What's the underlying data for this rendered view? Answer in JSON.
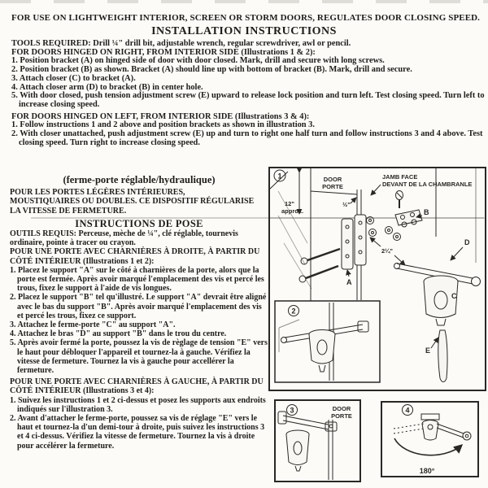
{
  "page": {
    "colors": {
      "ink": "#1e1d1a",
      "paper": "#fcfbf8",
      "diagram_ink": "#2a2824"
    },
    "top_line": "FOR USE ON LIGHTWEIGHT INTERIOR, SCREEN OR STORM DOORS, REGULATES DOOR CLOSING SPEED.",
    "english": {
      "title": "INSTALLATION INSTRUCTIONS",
      "tools": "TOOLS REQUIRED: Drill ¼\" drill bit, adjustable wrench, regular screwdriver, awl or pencil.",
      "right_heading": "FOR DOORS HINGED ON RIGHT, FROM INTERIOR SIDE (Illustrations 1 & 2):",
      "right_steps": [
        "1. Position bracket (A) on hinged side of door with door closed. Mark, drill and secure with long screws.",
        "2. Position bracket (B) as shown. Bracket (A) should line up with bottom of bracket (B). Mark, drill and secure.",
        "3. Attach closer (C) to bracket (A).",
        "4. Attach closer arm (D) to bracket (B) in center hole.",
        "5. With door closed, push tension adjustment screw (E) upward to release lock position and turn left. Test closing speed. Turn left to increase closing speed."
      ],
      "left_heading": "FOR DOORS HINGED ON LEFT, FROM INTERIOR SIDE (Illustrations 3 & 4):",
      "left_steps": [
        "1. Follow instructions 1 and 2 above and position brackets as shown in illustration 3.",
        "2. With closer unattached, push adjustment screw (E) up and turn to right one half turn and follow instructions 3 and 4 above. Test closing speed. Turn right to increase closing speed."
      ]
    },
    "french": {
      "subtitle": "(ferme-porte réglable/hydraulique)",
      "intro_lines": [
        "POUR LES PORTES LÉGÈRES INTÉRIEURES,",
        "MOUSTIQUAIRES OU DOUBLES. CE DISPOSITIF RÉGULARISE",
        "LA VITESSE DE FERMETURE."
      ],
      "title": "INSTRUCTIONS DE POSE",
      "tools": "OUTILS REQUIS: Perceuse, mèche de ¼\", clé réglable, tournevis ordinaire, pointe à tracer ou crayon.",
      "right_heading": "POUR UNE PORTE AVEC CHARNIÈRES À DROITE, À PARTIR DU CÔTÉ INTÉRIEUR (Illustrations 1 et 2):",
      "right_steps": [
        "1. Placez le support \"A\" sur le côté à charnières de la porte, alors que la porte est fermée. Après avoir marqué l'emplacement des vis et percé les trous, fixez le support à l'aide de vis longues.",
        "2. Placez le support \"B\" tel qu'illustré. Le support \"A\" devrait être aligné avec le bas du support \"B\". Après avoir marqué l'emplacement des vis et percé les trous, fixez ce support.",
        "3. Attachez le ferme-porte \"C\" au support \"A\".",
        "4. Attachez le bras \"D\" au support \"B\" dans le trou du centre.",
        "5. Après avoir fermé la porte, poussez la vis de règlage de tension \"E\" vers le haut pour débloquer l'appareil et tournez-la à gauche. Vérifiez la vitesse de fermeture. Tournez la vis à gauche pour accellérer la fermeture."
      ],
      "left_heading": "POUR UNE PORTE AVEC CHARNIÈRES À GAUCHE, À PARTIR DU CÔTÉ INTÉRIEUR (Illustrations 3 et 4):",
      "left_steps": [
        "1. Suivez les instructions 1 et 2 ci-dessus et posez les supports aux endroits indiqués sur l'illustration 3.",
        "2. Avant d'attacher le ferme-porte, poussez sa vis de réglage \"E\" vers le haut et tournez-la d'un demi-tour à droite, puis suivez les instructions 3 et 4 ci-dessus. Vérifiez la vitesse de fermeture. Tournez la vis à droite pour accélérer la fermeture."
      ]
    },
    "diagrams": {
      "fig1_num": "1",
      "fig2_num": "2",
      "fig3_num": "3",
      "fig4_num": "4",
      "door_label_1": "DOOR",
      "porte_label_1": "PORTE",
      "jamb_label_line1": "JAMB FACE",
      "jamb_label_line2": "DEVANT DE LA CHAMBRANLE",
      "dim_12": "12\"",
      "dim_approx": "approx.",
      "dim_half": "½\"",
      "dim_2quarter": "2¼\"",
      "label_A": "A",
      "label_B": "B",
      "label_C": "C",
      "label_D": "D",
      "label_E": "E",
      "door_label_3": "DOOR",
      "porte_label_3": "PORTE",
      "angle_180": "180°"
    }
  }
}
